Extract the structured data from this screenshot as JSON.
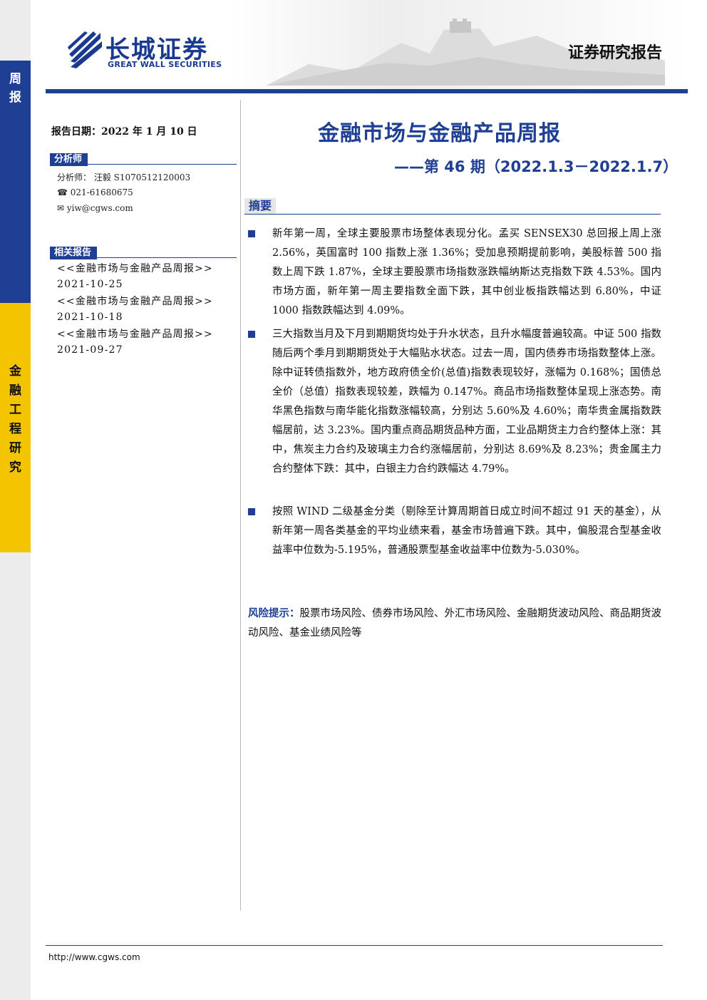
{
  "side": {
    "top_label": [
      "周",
      "报"
    ],
    "mid_label": [
      "金",
      "融",
      "工",
      "程",
      "研",
      "究"
    ]
  },
  "header": {
    "logo_cn": "长城证券",
    "logo_en": "GREAT WALL SECURITIES",
    "report_type": "证券研究报告"
  },
  "meta": {
    "report_date": "报告日期：2022 年 1 月 10 日"
  },
  "analyst": {
    "section_label": "分析师",
    "name_line": "分析师： 汪毅 S1070512120003",
    "phone_icon": "☎",
    "phone": "021-61680675",
    "email_icon": "✉",
    "email": "yiw@cgws.com"
  },
  "related": {
    "section_label": "相关报告",
    "items": [
      {
        "title": "<<金融市场与金融产品周报>>",
        "date": "2021-10-25"
      },
      {
        "title": "<<金融市场与金融产品周报>>",
        "date": "2021-10-18"
      },
      {
        "title": "<<金融市场与金融产品周报>>",
        "date": "2021-09-27"
      }
    ]
  },
  "main": {
    "title": "金融市场与金融产品周报",
    "subtitle": "——第 46 期（2022.1.3－2022.1.7）",
    "abstract_label": "摘要",
    "paragraphs": [
      "新年第一周，全球主要股票市场整体表现分化。孟买 SENSEX30 总回报上周上涨 2.56%，英国富时 100 指数上涨 1.36%；受加息预期提前影响，美股标普 500 指数上周下跌 1.87%，全球主要股票市场指数涨跌幅纳斯达克指数下跌 4.53%。国内市场方面，新年第一周主要指数全面下跌，其中创业板指跌幅达到 6.80%，中证 1000 指数跌幅达到 4.09%。",
      "三大指数当月及下月到期期货均处于升水状态，且升水幅度普遍较高。中证 500 指数随后两个季月到期期货处于大幅贴水状态。过去一周，国内债券市场指数整体上涨。除中证转债指数外，地方政府债全价(总值)指数表现较好，涨幅为 0.168%；国债总全价（总值）指数表现较差，跌幅为 0.147%。商品市场指数整体呈现上涨态势。南华黑色指数与南华能化指数涨幅较高，分别达 5.60%及 4.60%；南华贵金属指数跌幅居前，达 3.23%。国内重点商品期货品种方面，工业品期货主力合约整体上涨：其中，焦炭主力合约及玻璃主力合约涨幅居前，分别达 8.69%及 8.23%；贵金属主力合约整体下跌：其中，白银主力合约跌幅达 4.79%。",
      "按照 WIND 二级基金分类（剔除至计算周期首日成立时间不超过 91 天的基金），从新年第一周各类基金的平均业绩来看，基金市场普遍下跌。其中，偏股混合型基金收益率中位数为-5.195%，普通股票型基金收益率中位数为-5.030%。"
    ],
    "risk_label": "风险提示：",
    "risk_text": "股票市场风险、债券市场风险、外汇市场风险、金融期货波动风险、商品期货波动风险、基金业绩风险等"
  },
  "footer": {
    "url": "http://www.cgws.com"
  }
}
